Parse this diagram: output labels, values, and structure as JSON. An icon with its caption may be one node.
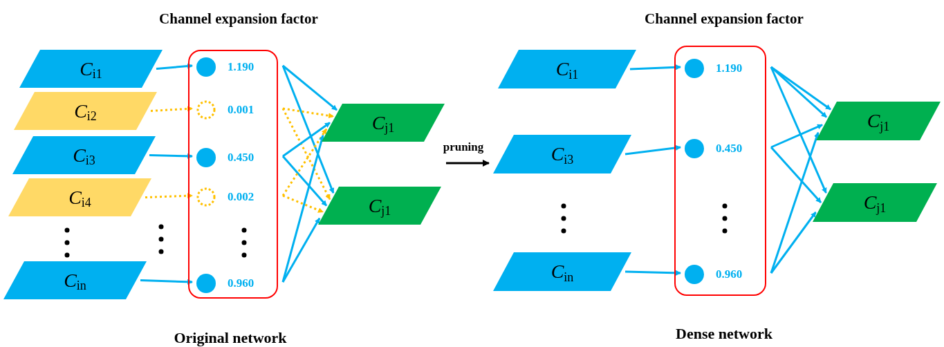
{
  "diagram": {
    "nodes": [
      {
        "text": [
          "*C*$_{i1}$"
        ]
      },
      {
        "text": [
          "*C*$_{i2}$"
        ]
      },
      {
        "text": [
          "*C*$_{i3}$"
        ]
      },
      {
        "text": [
          "*C*$_{i4}$"
        ]
      },
      {
        "text": [
          "*C*$_{in}$"
        ]
      },
      {
        "text": [
          "Channel expansion factor"
        ]
      },
      {
        "text": [],
        "shape": "circle",
        "in": 5,
        "beside": [
          "1.190"
        ]
      },
      {
        "text": [],
        "shape": "circle",
        "in": 5,
        "beside": [
          "0.001"
        ]
      },
      {
        "text": [],
        "shape": "circle",
        "in": 5,
        "beside": [
          "0.450"
        ]
      },
      {
        "text": [],
        "shape": "circle",
        "in": 5,
        "beside": [
          "0.002"
        ]
      },
      {
        "text": [],
        "shape": "circle",
        "in": 5,
        "beside": [
          "0.960"
        ]
      },
      {
        "text": [
          "*C*$_{j1}$"
        ]
      },
      {
        "text": [
          "*C*$_{j1}$"
        ]
      },
      {
        "text": [
          "*C*$_{i1}$"
        ]
      },
      {
        "text": [
          "*C*$_{i3}$"
        ]
      },
      {
        "text": [
          "*C*$_{in}$"
        ]
      },
      {
        "text": [
          "Channel expansion factor"
        ]
      },
      {
        "text": [],
        "shape": "circle",
        "in": 16,
        "beside": [
          "1.190"
        ]
      },
      {
        "text": [],
        "shape": "circle",
        "in": 16,
        "beside": [
          "0.450"
        ]
      },
      {
        "text": [],
        "shape": "circle",
        "in": 16,
        "beside": [
          "0.960"
        ]
      },
      {
        "text": [
          "*C*$_{j1}$"
        ]
      },
      {
        "text": [
          "*C*$_{j1}$"
        ]
      }
    ],
    "edges": [
      {
        "from": 0,
        "to": 6,
        "arrow": "to"
      },
      {
        "from": 1,
        "to": 7,
        "arrow": "to",
        "style": "dashed",
        "color": "#ffc000"
      },
      {
        "from": 2,
        "to": 8,
        "arrow": "to"
      },
      {
        "from": 3,
        "to": 9,
        "arrow": "to",
        "style": "dashed",
        "color": "#ffc000"
      },
      {
        "from": 4,
        "to": 10,
        "arrow": "to"
      },
      {
        "from": 6,
        "to": 11,
        "arrow": "to"
      },
      {
        "from": 6,
        "to": 12,
        "arrow": "to"
      },
      {
        "from": 7,
        "to": 11,
        "arrow": "to",
        "style": "dashed",
        "color": "#ffc000"
      },
      {
        "from": 7,
        "to": 12,
        "arrow": "to",
        "style": "dashed",
        "color": "#ffc000"
      },
      {
        "from": 8,
        "to": 11,
        "arrow": "to"
      },
      {
        "from": 8,
        "to": 12,
        "arrow": "to"
      },
      {
        "from": 9,
        "to": 11,
        "arrow": "to",
        "style": "dashed",
        "color": "#ffc000"
      },
      {
        "from": 9,
        "to": 12,
        "arrow": "to",
        "style": "dashed",
        "color": "#ffc000"
      },
      {
        "from": 10,
        "to": 11,
        "arrow": "to"
      },
      {
        "from": 10,
        "to": 12,
        "arrow": "to"
      },
      {
        "from": 13,
        "to": 17,
        "arrow": "to"
      },
      {
        "from": 14,
        "to": 18,
        "arrow": "to"
      },
      {
        "from": 15,
        "to": 19,
        "arrow": "to"
      },
      {
        "from": 17,
        "to": 20,
        "arrow": "to"
      },
      {
        "from": 17,
        "to": 20,
        "arrow": "to"
      },
      {
        "from": 17,
        "to": 21,
        "arrow": "to"
      },
      {
        "from": 18,
        "to": 20,
        "arrow": "to"
      },
      {
        "from": 18,
        "to": 21,
        "arrow": "to"
      },
      {
        "from": 19,
        "to": 20,
        "arrow": "to"
      },
      {
        "from": 19,
        "to": 21,
        "arrow": "to"
      }
    ],
    "labels": [
      "pruning",
      "Original network",
      "Dense network"
    ]
  }
}
